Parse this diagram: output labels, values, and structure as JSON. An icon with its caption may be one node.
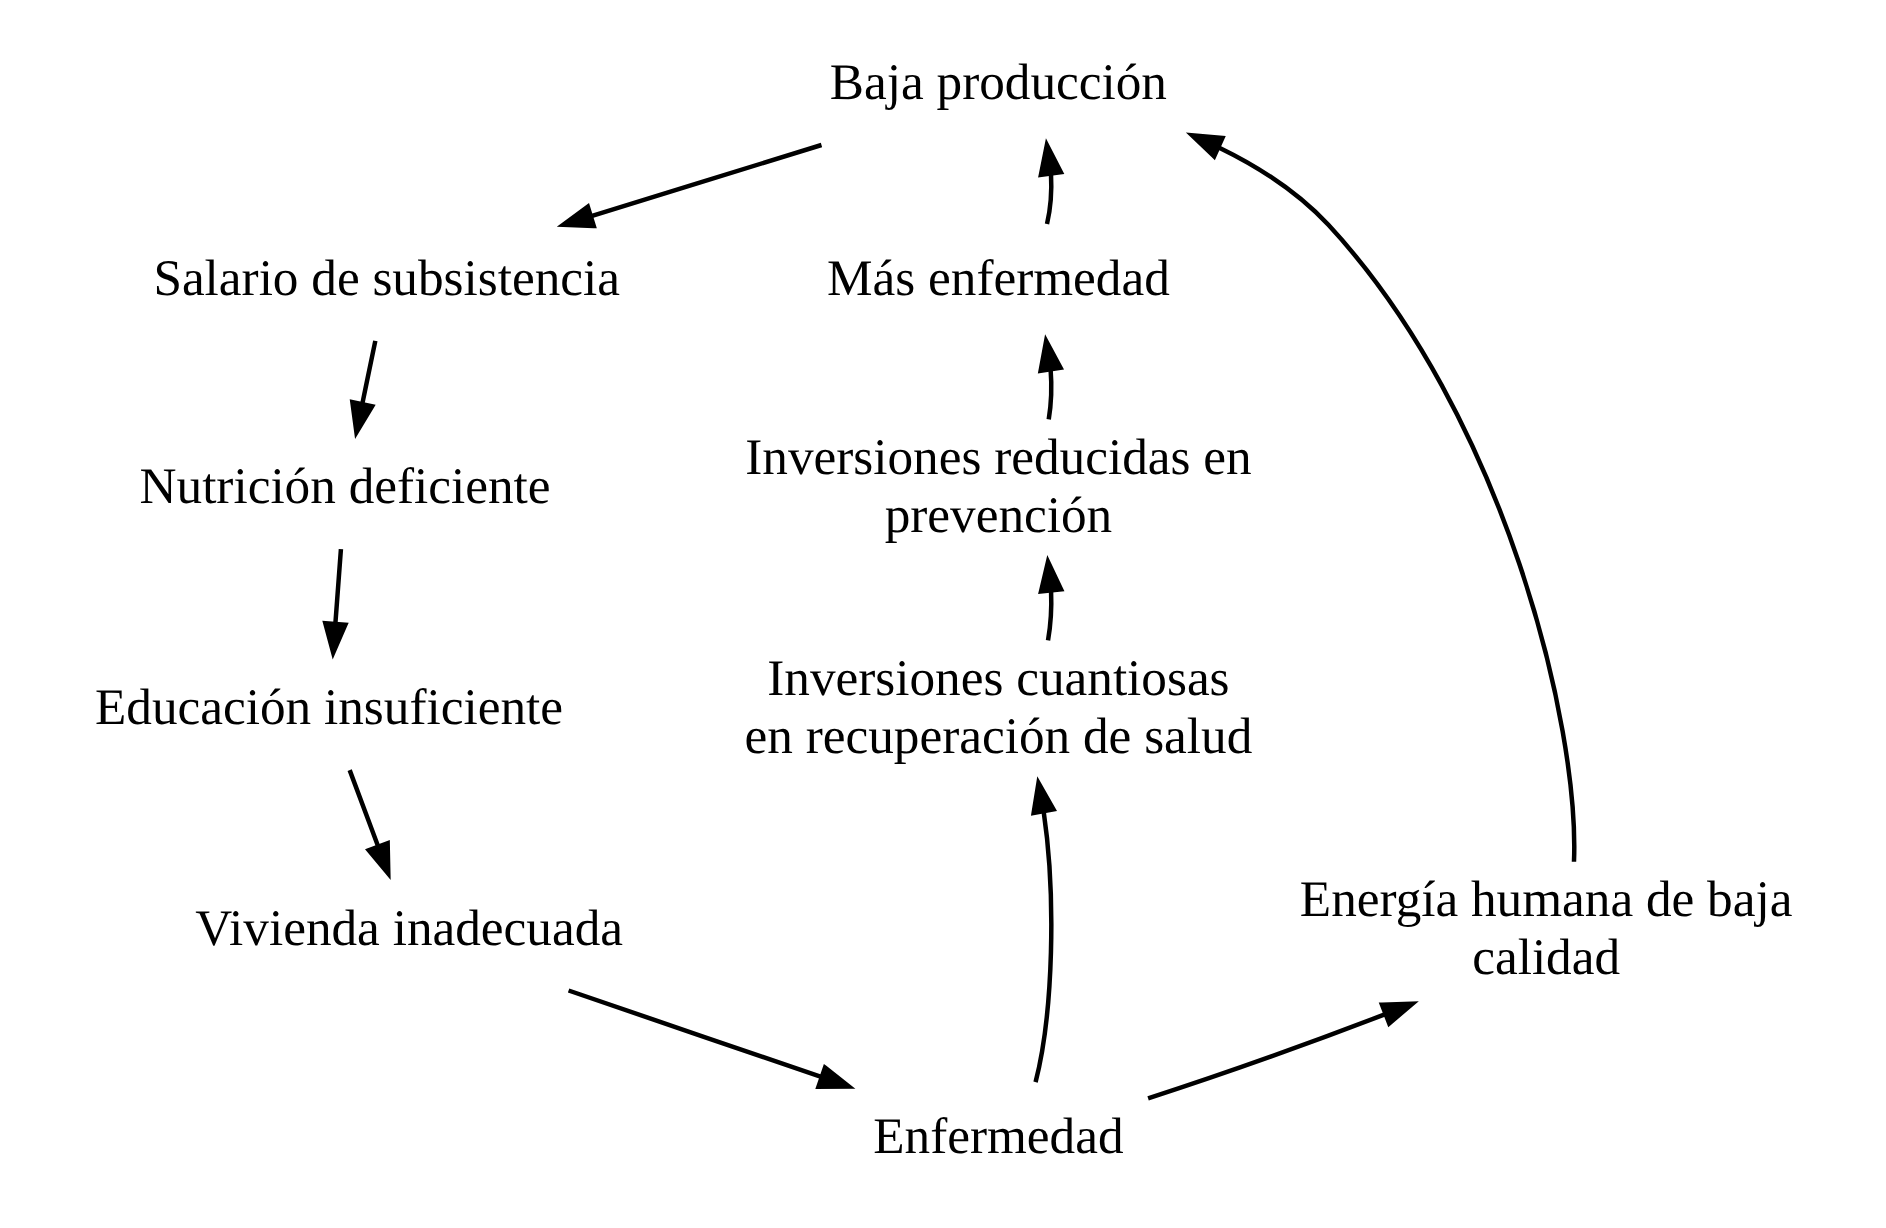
{
  "diagram": {
    "nodes": [
      {
        "text": [
          "Baja producción"
        ]
      },
      {
        "text": [
          "Salario de subsistencia"
        ]
      },
      {
        "text": [
          "Nutrición deficiente"
        ]
      },
      {
        "text": [
          "Educación insuficiente"
        ]
      },
      {
        "text": [
          "Vivienda inadecuada"
        ]
      },
      {
        "text": [
          "Enfermedad"
        ]
      },
      {
        "text": [
          "Inversiones cuantiosas en recuperación de salud"
        ]
      },
      {
        "text": [
          "Inversiones reducidas en prevención"
        ]
      },
      {
        "text": [
          "Más enfermedad"
        ]
      },
      {
        "text": [
          "Energía humana de baja calidad"
        ]
      }
    ],
    "edges": [
      {
        "from": 0,
        "to": 1,
        "arrow": "to"
      },
      {
        "from": 1,
        "to": 2,
        "arrow": "to"
      },
      {
        "from": 2,
        "to": 3,
        "arrow": "to"
      },
      {
        "from": 3,
        "to": 4,
        "arrow": "to"
      },
      {
        "from": 4,
        "to": 5,
        "arrow": "to"
      },
      {
        "from": 5,
        "to": 6,
        "arrow": "to"
      },
      {
        "from": 6,
        "to": 7,
        "arrow": "to"
      },
      {
        "from": 7,
        "to": 8,
        "arrow": "to"
      },
      {
        "from": 8,
        "to": 0,
        "arrow": "to"
      },
      {
        "from": 5,
        "to": 9,
        "arrow": "to"
      },
      {
        "from": 9,
        "to": 0,
        "arrow": "to"
      }
    ]
  }
}
